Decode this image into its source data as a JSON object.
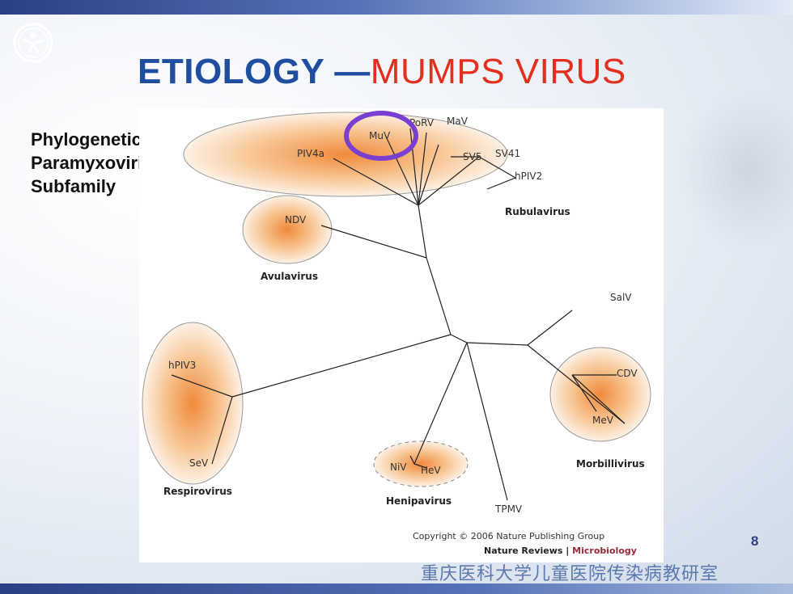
{
  "slide": {
    "title_main": "ETIOLOGY",
    "title_dash": "—",
    "title_highlight": "MUMPS VIRUS",
    "subtitle_line1": "Phylogenetic tree of",
    "subtitle_line2_a": "Paramyxoviri",
    "subtitle_line2_b": "n",
    "subtitle_line2_c": "ae",
    "subtitle_line3": "Subfamily",
    "page_number": "8",
    "footer_chinese": "重庆医科大学儿童医院传染病教研室"
  },
  "tree": {
    "genera": [
      "Rubulavirus",
      "Avulavirus",
      "Respirovirus",
      "Henipavirus",
      "Morbillivirus"
    ],
    "rubulavirus_leaves": [
      "MuV",
      "PoRV",
      "MaV",
      "PIV4a",
      "SV5",
      "SV41",
      "hPIV2"
    ],
    "avulavirus_leaves": [
      "NDV"
    ],
    "respirovirus_leaves": [
      "hPIV3",
      "SeV"
    ],
    "henipavirus_leaves": [
      "NiV",
      "HeV"
    ],
    "morbillivirus_leaves": [
      "CDV",
      "MeV"
    ],
    "ungrouped_leaves": [
      "SalV",
      "TPMV"
    ],
    "highlighted_leaf": "MuV",
    "copyright": "Copyright © 2006 Nature Publishing Group",
    "journal_a": "Nature Reviews | ",
    "journal_b": "Microbiology"
  },
  "colors": {
    "title_blue": "#1f4ea1",
    "title_red": "#e3301e",
    "highlight_ring": "#7a3fd1",
    "cluster_orange": "#f08a3c",
    "journal_red": "#9b2a3c"
  }
}
